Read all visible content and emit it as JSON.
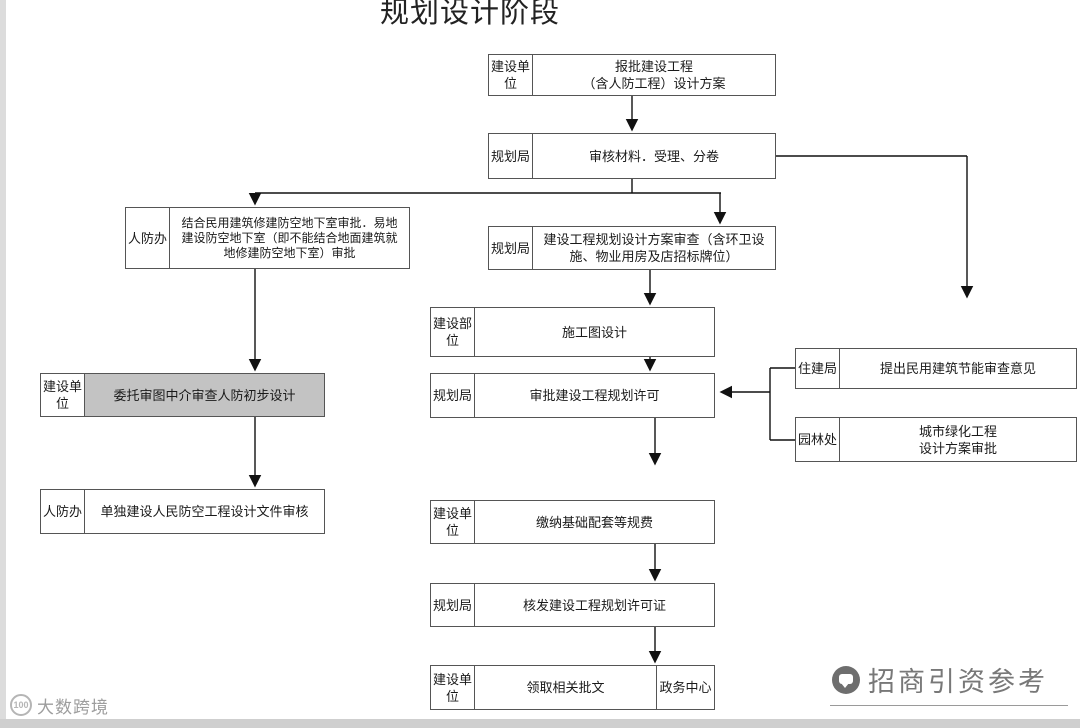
{
  "page": {
    "title": "规划设计阶段"
  },
  "colors": {
    "box_border": "#555555",
    "highlight_fill": "#c3c3c3",
    "connector": "#111111"
  },
  "boxes": {
    "report_scheme": {
      "label": "建设单位",
      "content": [
        "报批建设工程",
        "（含人防工程）设计方案"
      ]
    },
    "review_materials": {
      "label": "规划局",
      "content": [
        "审核材料．受理、分卷"
      ]
    },
    "civil_defense_approval": {
      "label": "人防办",
      "content": [
        "结合民用建筑修建防空地下室审批．易地建设防空地下室（即不能结合地面建筑就地修建防空地下室）审批"
      ]
    },
    "scheme_review": {
      "label": "规划局",
      "content": [
        "建设工程规划设计方案审查（含环卫设施、物业用房及店招标牌位）"
      ]
    },
    "construction_drawing": {
      "label": "建设部位",
      "content": [
        "施工图设计"
      ]
    },
    "planning_permit_approval": {
      "label": "规划局",
      "content": [
        "审批建设工程规划许可"
      ]
    },
    "energy_review": {
      "label": "住建局",
      "content": [
        "提出民用建筑节能审查意见"
      ]
    },
    "greening_approval": {
      "label": "园林处",
      "content": [
        "城市绿化工程",
        "设计方案审批"
      ]
    },
    "entrust_review": {
      "label": "建设单位",
      "content": [
        "委托审图中介审查人防初步设计"
      ]
    },
    "standalone_review": {
      "label": "人防办",
      "content": [
        "单独建设人民防空工程设计文件审核"
      ]
    },
    "pay_fees": {
      "label": "建设单位",
      "content": [
        "缴纳基础配套等规费"
      ]
    },
    "issue_permit": {
      "label": "规划局",
      "content": [
        "核发建设工程规划许可证"
      ]
    },
    "collect_documents": {
      "label": "建设单位",
      "content": [
        "领取相关批文"
      ],
      "right_label": "政务中心"
    }
  },
  "footer": {
    "left_brand": "大数跨境",
    "left_badge": "100",
    "right_brand": "招商引资参考"
  }
}
